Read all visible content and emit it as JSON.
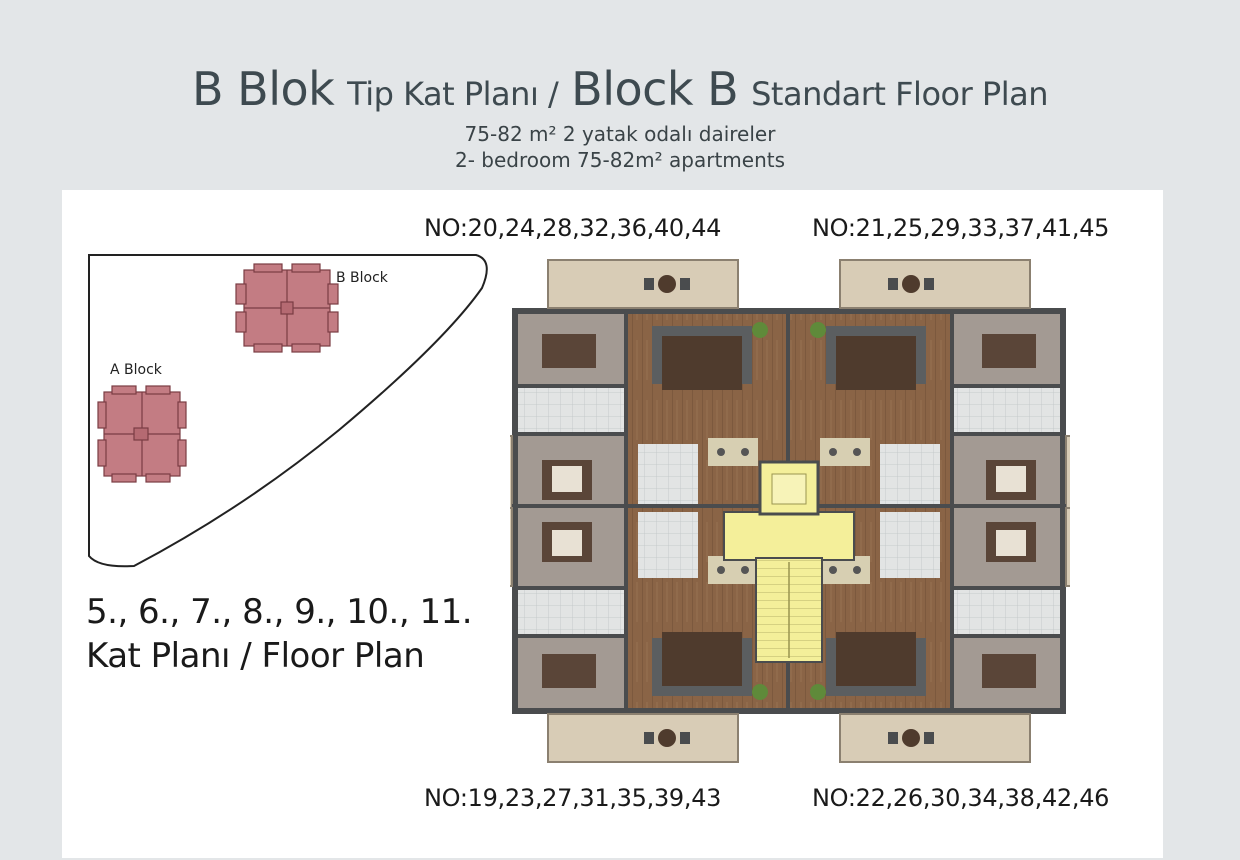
{
  "title": {
    "b_blok": "B Blok",
    "tip_kat": "Tip Kat Planı /",
    "block_b": "Block B",
    "standart": "Standart Floor Plan"
  },
  "subtitle": {
    "line1": "75-82 m²   2  yatak odalı  daireler",
    "line2": "2- bedroom   75-82m²    apartments"
  },
  "apartments": {
    "top_left": "NO:20,24,28,32,36,40,44",
    "top_right": "NO:21,25,29,33,37,41,45",
    "bottom_left": "NO:19,23,27,31,35,39,43",
    "bottom_right": "NO:22,26,30,34,38,42,46"
  },
  "site_plan": {
    "b_block_label": "B Block",
    "a_block_label": "A Block"
  },
  "floors": {
    "line1": "5., 6., 7., 8., 9., 10., 11.",
    "line2": "Kat Planı / Floor Plan"
  },
  "colors": {
    "background": "#e3e6e8",
    "panel": "#ffffff",
    "heading": "#3e4a50",
    "block_fill": "#c37c83",
    "core": "#f4ef9a",
    "wall": "#4a4c4e",
    "floor_wood": "#8a6446",
    "bedroom": "#a39a93",
    "bathroom": "#e2e4e4",
    "balcony": "#d8ccb6"
  }
}
